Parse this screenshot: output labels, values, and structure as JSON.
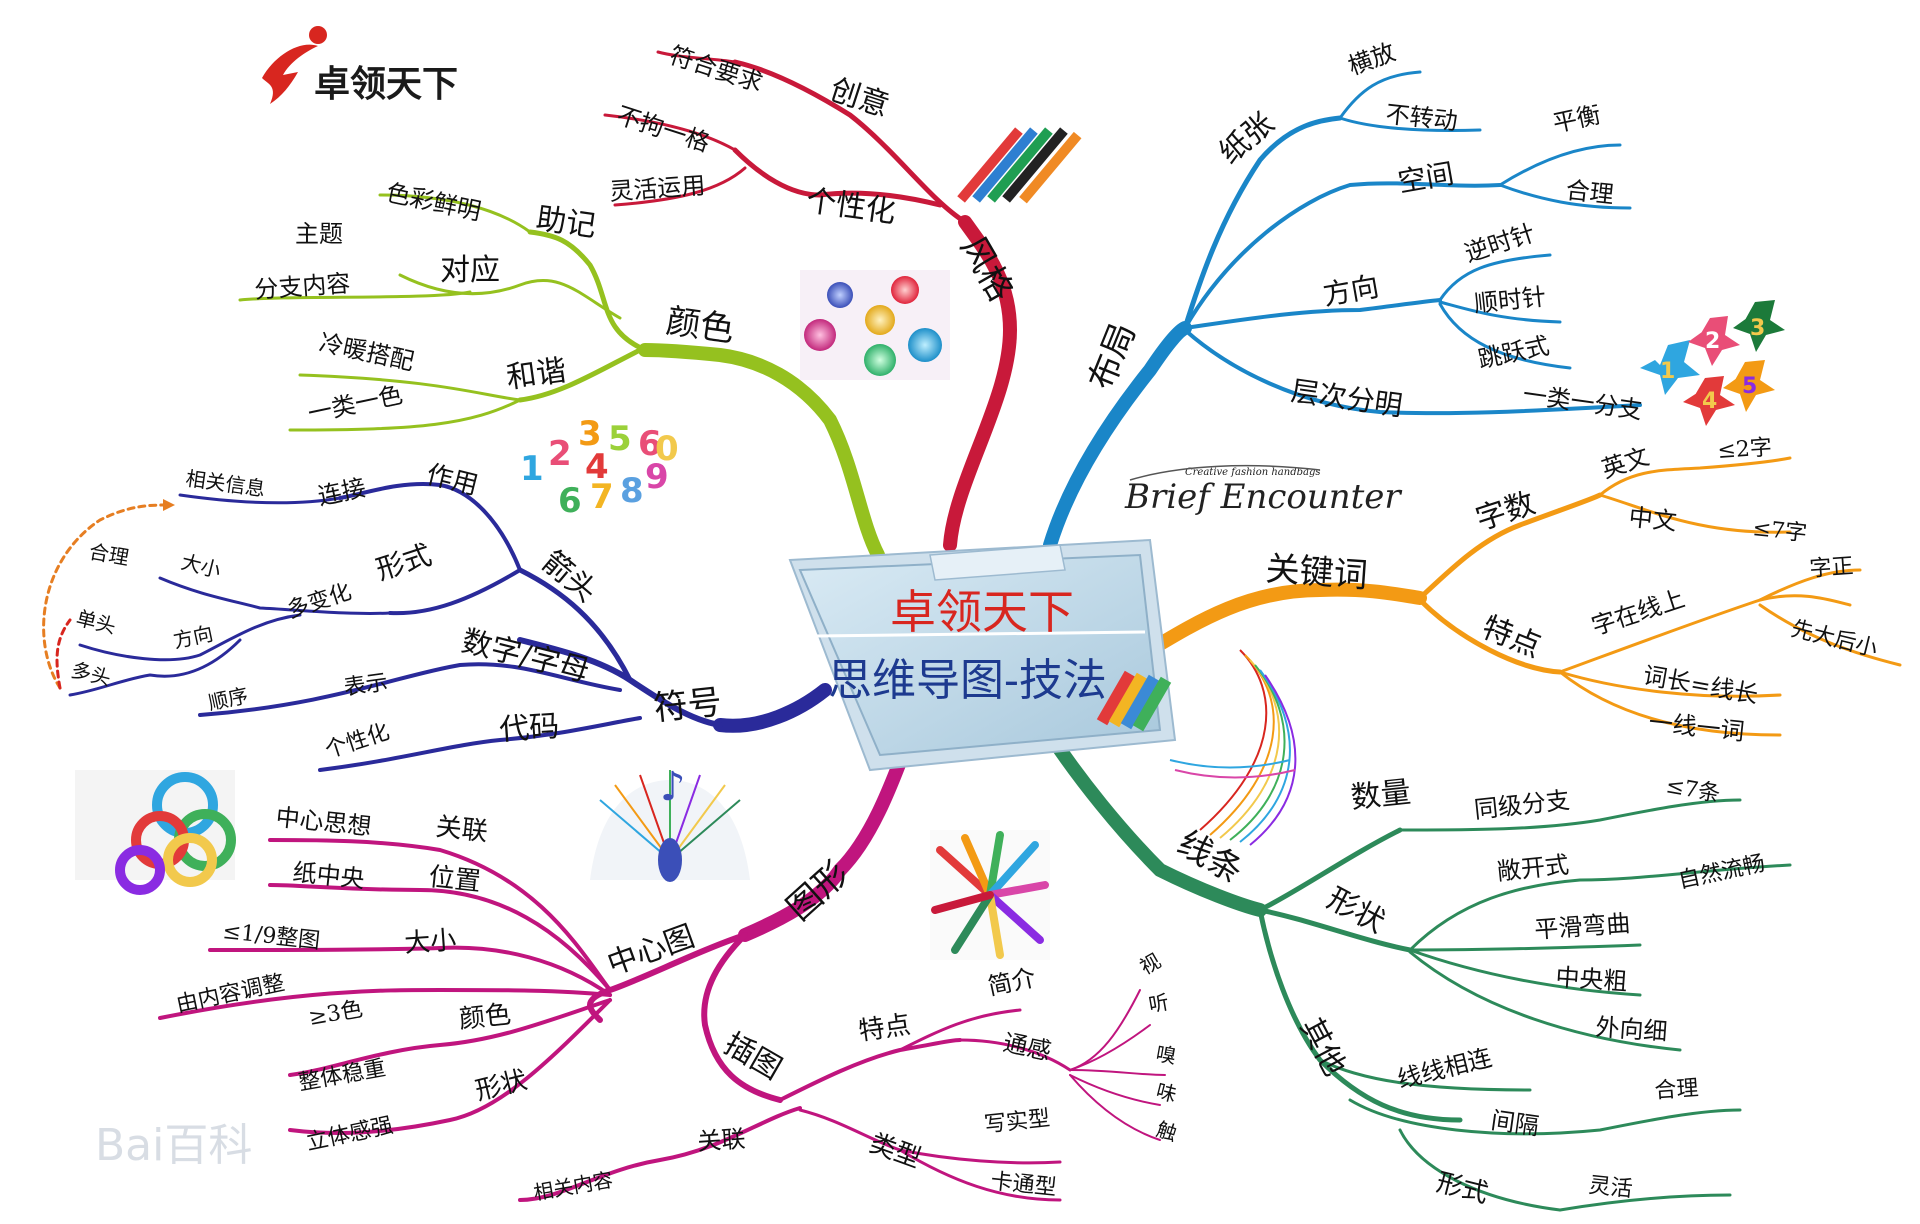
{
  "logo": {
    "text": "卓领天下",
    "color": "#d8261f"
  },
  "watermark": {
    "text": "Bai百科"
  },
  "center": {
    "line1": "卓领天下",
    "line2": "思维导图-技法"
  },
  "decor": {
    "brief_title": "Brief Encounter",
    "brief_small": "Creative fashion handbags",
    "badges": [
      "1",
      "2",
      "3",
      "4",
      "5"
    ],
    "numbers": [
      "1",
      "2",
      "3",
      "5",
      "6",
      "0",
      "4",
      "6",
      "7",
      "8",
      "9"
    ]
  },
  "colors": {
    "style": "#c8193a",
    "color": "#95c11f",
    "symbol": "#2a2a9a",
    "graphic": "#c0157e",
    "layout": "#1a86c8",
    "keyword": "#f39a14",
    "line": "#2d8a5a"
  },
  "branches": {
    "style": {
      "label": "风格",
      "creative": "创意",
      "creative_1": "符合要求",
      "personal": "个性化",
      "personal_1": "不拘一格",
      "personal_2": "灵活运用"
    },
    "color": {
      "label": "颜色",
      "aid": "助记",
      "aid_1": "色彩鲜明",
      "match": "对应",
      "match_1": "主题",
      "match_2": "分支内容",
      "harmony": "和谐",
      "harmony_1": "冷暖搭配",
      "harmony_2": "一类一色"
    },
    "symbol": {
      "label": "符号",
      "arrow": "箭头",
      "use": "作用",
      "connect": "连接",
      "related": "相关信息",
      "form": "形式",
      "varied": "多变化",
      "size": "大小",
      "reasonable": "合理",
      "direction": "方向",
      "single": "单头",
      "multi": "多头",
      "letters": "数字/字母",
      "express": "表示",
      "order": "顺序",
      "code": "代码",
      "code_1": "个性化"
    },
    "graphic": {
      "label": "图形",
      "central": "中心图",
      "relate": "关联",
      "relate_1": "中心思想",
      "position": "位置",
      "position_1": "纸中央",
      "size": "大小",
      "size_1": "≤1/9整图",
      "size_2": "由内容调整",
      "color": "颜色",
      "color_1": "≥3色",
      "color_2": "整体稳重",
      "shape": "形状",
      "shape_1": "立体感强",
      "illus": "插图",
      "feature": "特点",
      "brief": "简介",
      "synesthesia": "通感",
      "senses": [
        "视",
        "听",
        "嗅",
        "味",
        "触"
      ],
      "type": "类型",
      "type_1": "写实型",
      "type_2": "卡通型",
      "assoc": "关联",
      "assoc_1": "相关内容"
    },
    "layout": {
      "label": "布局",
      "paper": "纸张",
      "paper_1": "横放",
      "paper_2": "不转动",
      "space": "空间",
      "space_1": "平衡",
      "space_2": "合理",
      "direction": "方向",
      "direction_1": "逆时针",
      "direction_2": "顺时针",
      "direction_3": "跳跃式",
      "levels": "层次分明",
      "levels_1": "一类一分支"
    },
    "keyword": {
      "label": "关键词",
      "count": "字数",
      "english": "英文",
      "english_1": "≤2字",
      "chinese": "中文",
      "chinese_1": "≤7字",
      "feature": "特点",
      "on_line": "字在线上",
      "on_line_1": "字正",
      "on_line_2": "先大后小",
      "word_len": "词长=线长",
      "one_word": "一线一词"
    },
    "line": {
      "label": "线条",
      "quantity": "数量",
      "same_level": "同级分支",
      "same_level_1": "≤7条",
      "shape": "形状",
      "open": "敞开式",
      "open_1": "自然流畅",
      "smooth": "平滑弯曲",
      "thick": "中央粗",
      "thin": "外向细",
      "other": "其他",
      "connected": "线线相连",
      "gap": "间隔",
      "gap_1": "合理",
      "form": "形式",
      "form_1": "灵活"
    }
  }
}
